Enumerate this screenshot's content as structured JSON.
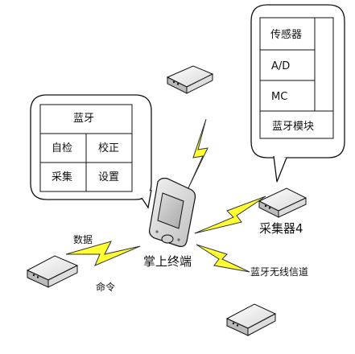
{
  "left_panel": {
    "title": "蓝牙",
    "cells": [
      "自检",
      "校正",
      "采集",
      "设置"
    ]
  },
  "right_panel": {
    "items": [
      "传感器",
      "A/D",
      "MC",
      "蓝牙模块"
    ]
  },
  "labels": {
    "collector": "采集器4",
    "handheld": "掌上终端",
    "channel": "蓝牙无线信道",
    "data": "数据",
    "command": "命令"
  },
  "colors": {
    "lightning": "#ffff33",
    "lightning_stroke": "#333333",
    "device_face": "#e6e6e6",
    "bubble_fill": "#ffffff"
  }
}
